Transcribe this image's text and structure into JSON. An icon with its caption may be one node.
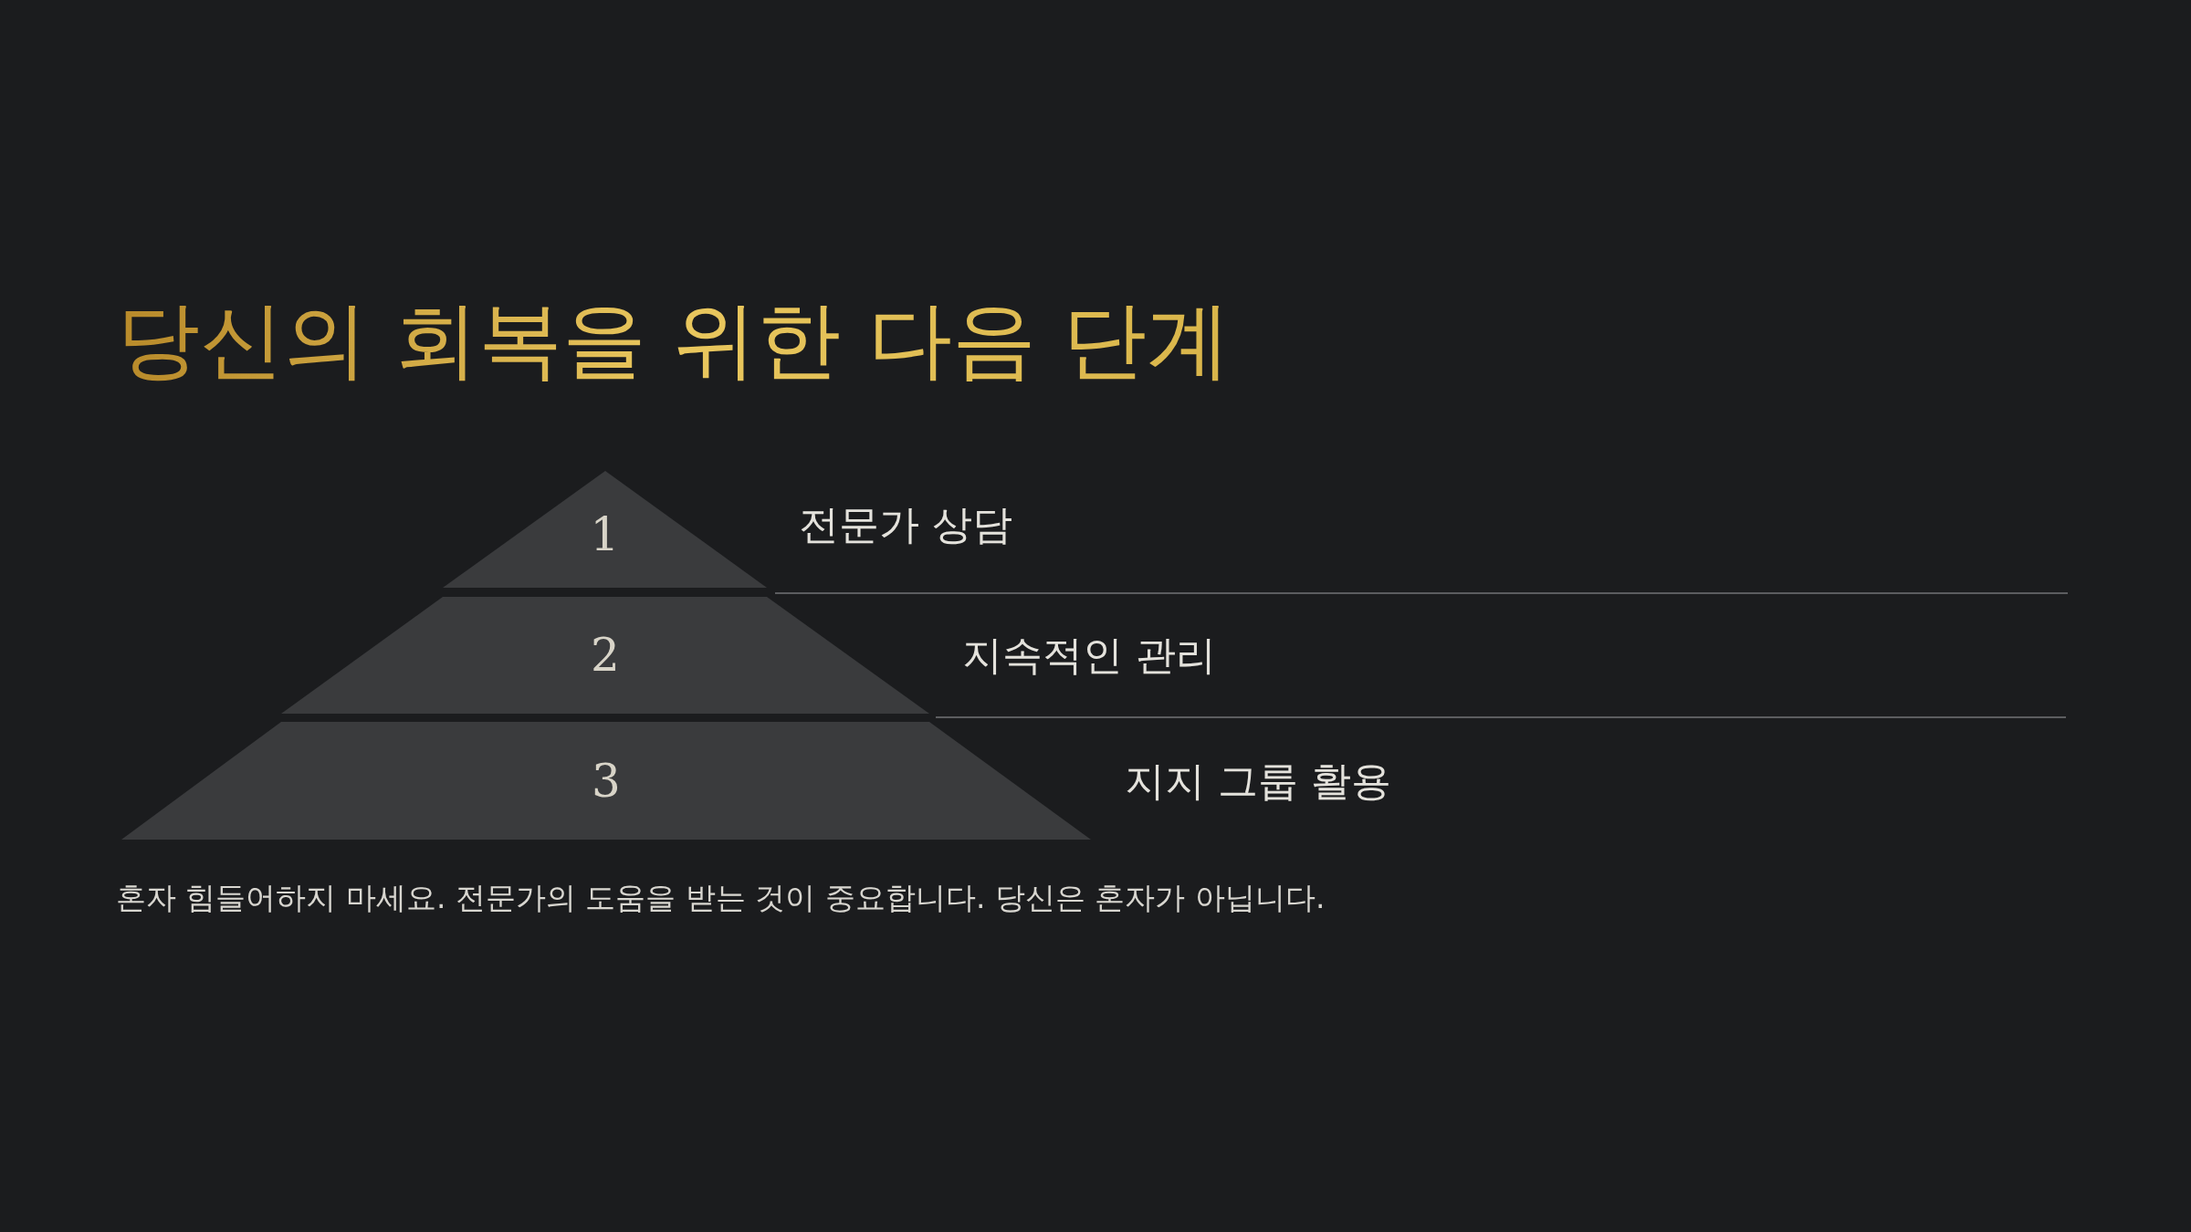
{
  "diagram": {
    "title": "당신의 회복을 위한 다음 단계",
    "nodes": [
      {
        "text": [
          "1"
        ],
        "beside": [
          "전문가 상담"
        ]
      },
      {
        "text": [
          "2"
        ],
        "beside": [
          "지속적인 관리"
        ]
      },
      {
        "text": [
          "3"
        ],
        "beside": [
          "지지 그룹 활용"
        ]
      }
    ],
    "labels": [
      "혼자 힘들어하지 마세요. 전문가의 도움을 받는 것이 중요합니다. 당신은 혼자가 아닙니다."
    ]
  }
}
